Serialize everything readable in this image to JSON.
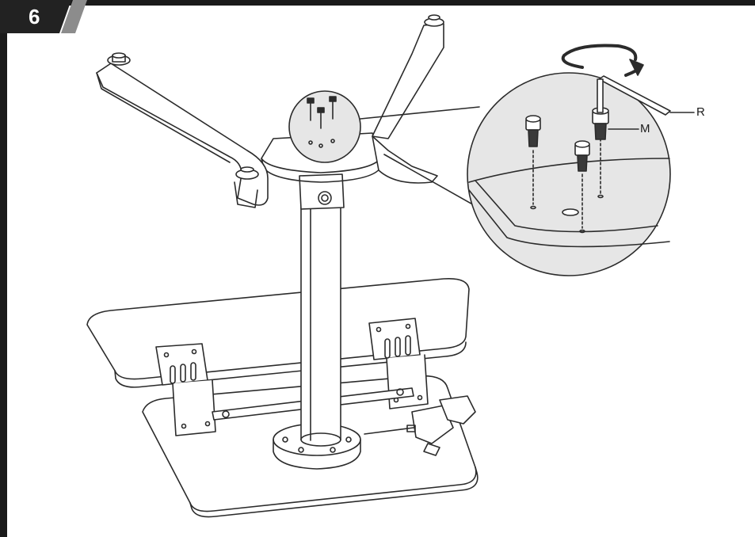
{
  "step": {
    "number": "6"
  },
  "callouts": {
    "wrench_label": "R",
    "screw_label": "M"
  },
  "colors": {
    "frame": "#1a1a1a",
    "tab_dark": "#222222",
    "tab_grey": "#8c8c8c",
    "line": "#2b2b2b",
    "detail_fill": "#e6e6e6"
  }
}
